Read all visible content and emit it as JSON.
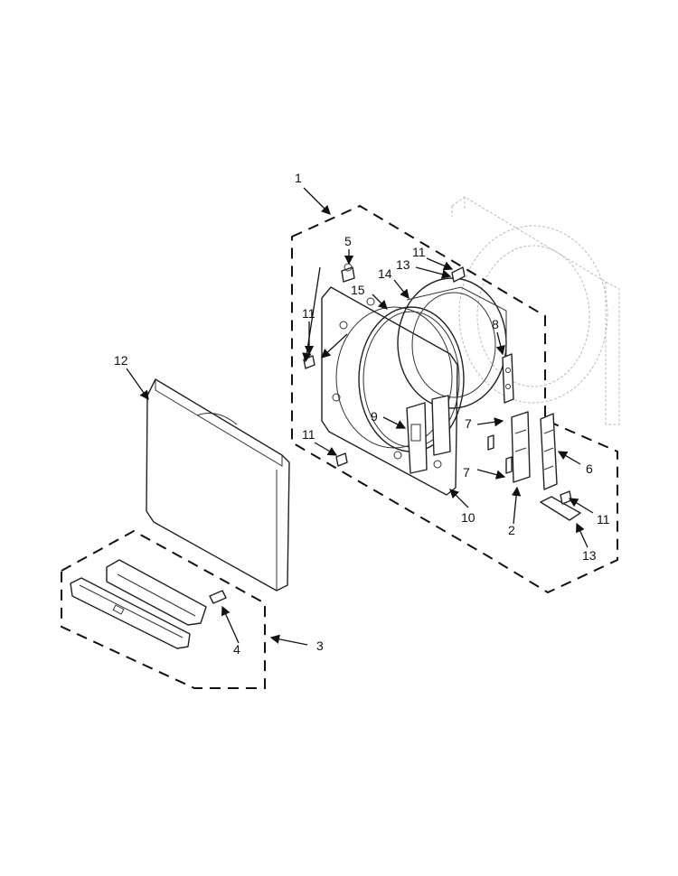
{
  "callouts": {
    "c1": "1",
    "c2": "2",
    "c3": "3",
    "c4": "4",
    "c5": "5",
    "c6": "6",
    "c7a": "7",
    "c7b": "7",
    "c8": "8",
    "c9": "9",
    "c10": "10",
    "c11a": "11",
    "c11b": "11",
    "c11c": "11",
    "c11d": "11",
    "c12": "12",
    "c13a": "13",
    "c13b": "13",
    "c14": "14",
    "c15": "15"
  }
}
